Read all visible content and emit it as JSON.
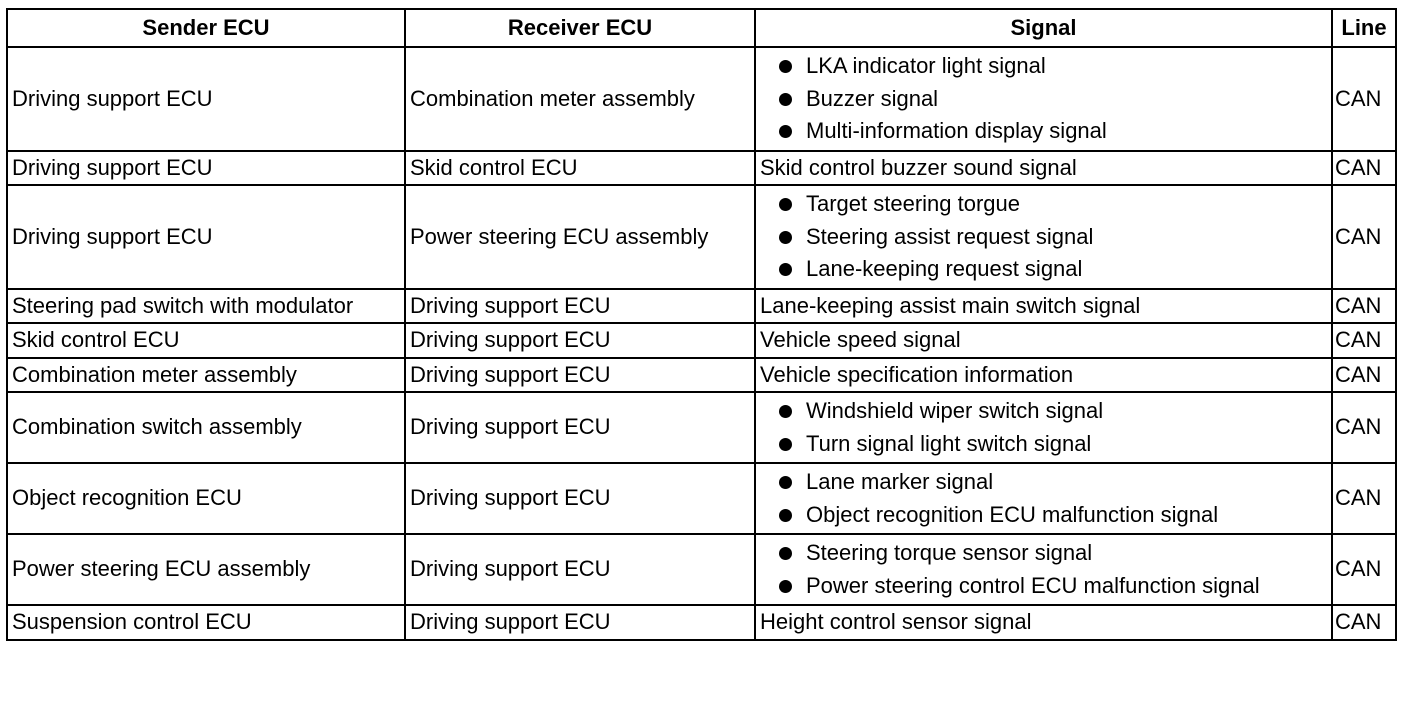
{
  "table": {
    "headers": [
      "Sender ECU",
      "Receiver ECU",
      "Signal",
      "Line"
    ],
    "rows": [
      {
        "sender": "Driving support ECU",
        "receiver": "Combination meter assembly",
        "signals": [
          "LKA indicator light signal",
          "Buzzer signal",
          "Multi-information display signal"
        ],
        "line": "CAN"
      },
      {
        "sender": "Driving support ECU",
        "receiver": "Skid control ECU",
        "signals": [
          "Skid control buzzer sound signal"
        ],
        "line": "CAN"
      },
      {
        "sender": "Driving support ECU",
        "receiver": "Power steering ECU assembly",
        "signals": [
          "Target steering torgue",
          "Steering assist request signal",
          "Lane-keeping request signal"
        ],
        "line": "CAN"
      },
      {
        "sender": "Steering pad switch with modulator",
        "receiver": "Driving support ECU",
        "signals": [
          "Lane-keeping assist main switch signal"
        ],
        "line": "CAN"
      },
      {
        "sender": "Skid control ECU",
        "receiver": "Driving support ECU",
        "signals": [
          "Vehicle speed signal"
        ],
        "line": "CAN"
      },
      {
        "sender": "Combination meter assembly",
        "receiver": "Driving support ECU",
        "signals": [
          "Vehicle specification information"
        ],
        "line": "CAN"
      },
      {
        "sender": "Combination switch assembly",
        "receiver": "Driving support ECU",
        "signals": [
          "Windshield wiper switch signal",
          "Turn signal light switch signal"
        ],
        "line": "CAN"
      },
      {
        "sender": "Object recognition ECU",
        "receiver": "Driving support ECU",
        "signals": [
          "Lane marker signal",
          "Object recognition ECU malfunction signal"
        ],
        "line": "CAN"
      },
      {
        "sender": "Power steering ECU assembly",
        "receiver": "Driving support ECU",
        "signals": [
          "Steering torque sensor signal",
          "Power steering control ECU malfunction signal"
        ],
        "line": "CAN"
      },
      {
        "sender": "Suspension control ECU",
        "receiver": "Driving support ECU",
        "signals": [
          "Height control sensor signal"
        ],
        "line": "CAN"
      }
    ]
  }
}
